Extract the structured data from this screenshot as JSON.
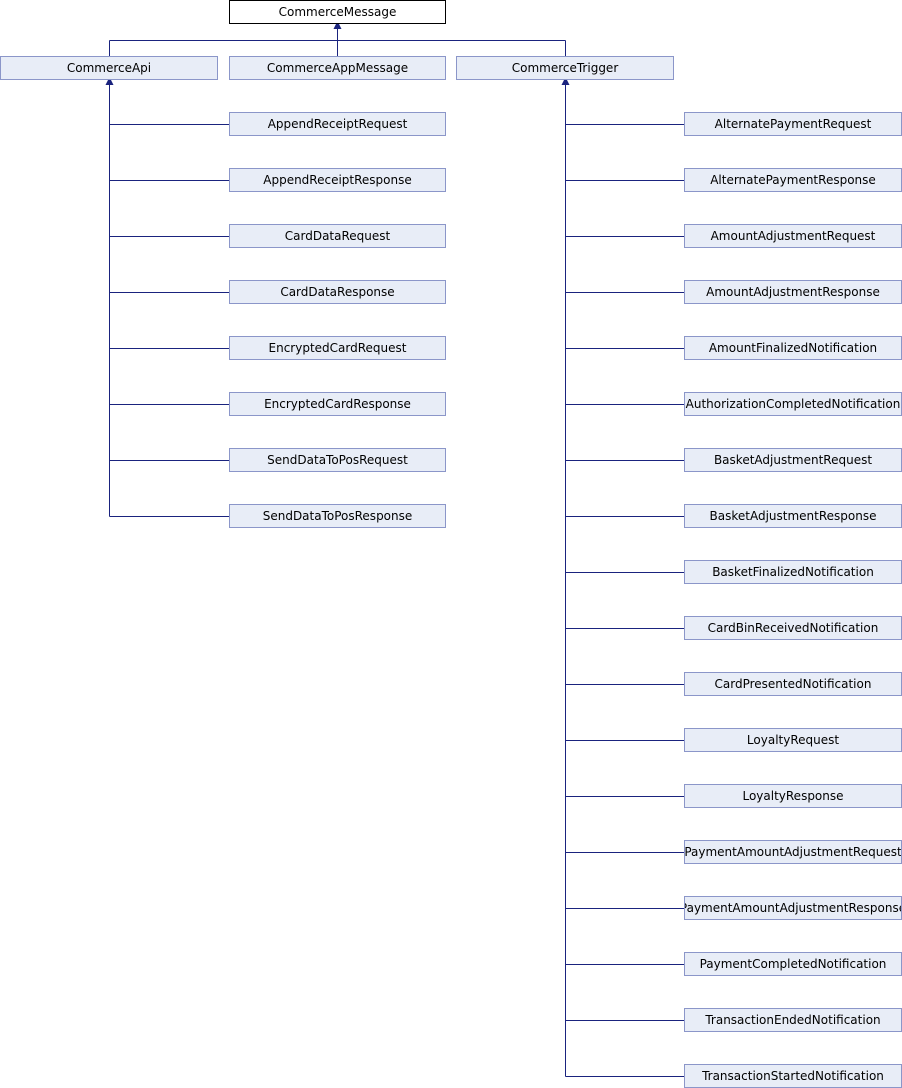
{
  "root": "CommerceMessage",
  "level1": [
    "CommerceApi",
    "CommerceAppMessage",
    "CommerceTrigger"
  ],
  "api_children": [
    "AppendReceiptRequest",
    "AppendReceiptResponse",
    "CardDataRequest",
    "CardDataResponse",
    "EncryptedCardRequest",
    "EncryptedCardResponse",
    "SendDataToPosRequest",
    "SendDataToPosResponse"
  ],
  "trigger_children": [
    "AlternatePaymentRequest",
    "AlternatePaymentResponse",
    "AmountAdjustmentRequest",
    "AmountAdjustmentResponse",
    "AmountFinalizedNotification",
    "AuthorizationCompletedNotification",
    "BasketAdjustmentRequest",
    "BasketAdjustmentResponse",
    "BasketFinalizedNotification",
    "CardBinReceivedNotification",
    "CardPresentedNotification",
    "LoyaltyRequest",
    "LoyaltyResponse",
    "PaymentAmountAdjustmentRequest",
    "PaymentAmountAdjustmentResponse",
    "PaymentCompletedNotification",
    "TransactionEndedNotification",
    "TransactionStartedNotification"
  ],
  "colors": {
    "edge": "#1a237e",
    "node_fill": "#e8edf7",
    "node_border": "#8b96c9",
    "root_border": "#000000"
  }
}
